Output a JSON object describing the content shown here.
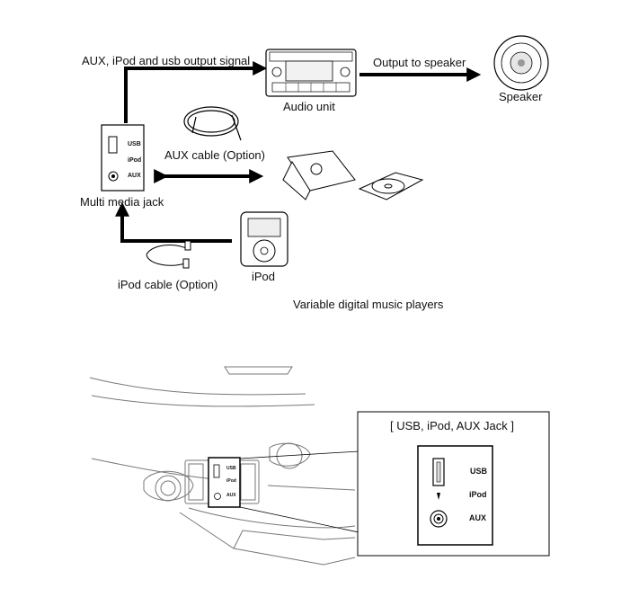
{
  "labels": {
    "output_signal": "AUX, iPod and usb output signal",
    "output_speaker": "Output to speaker",
    "audio_unit": "Audio unit",
    "speaker": "Speaker",
    "aux_cable": "AUX cable (Option)",
    "multi_media_jack": "Multi media jack",
    "ipod": "iPod",
    "ipod_cable": "iPod cable (Option)",
    "music_players": "Variable digital music players",
    "jack_title": "[ USB, iPod, AUX Jack  ]"
  },
  "jack_ports": {
    "usb": "USB",
    "ipod": "iPod",
    "aux": "AUX"
  }
}
